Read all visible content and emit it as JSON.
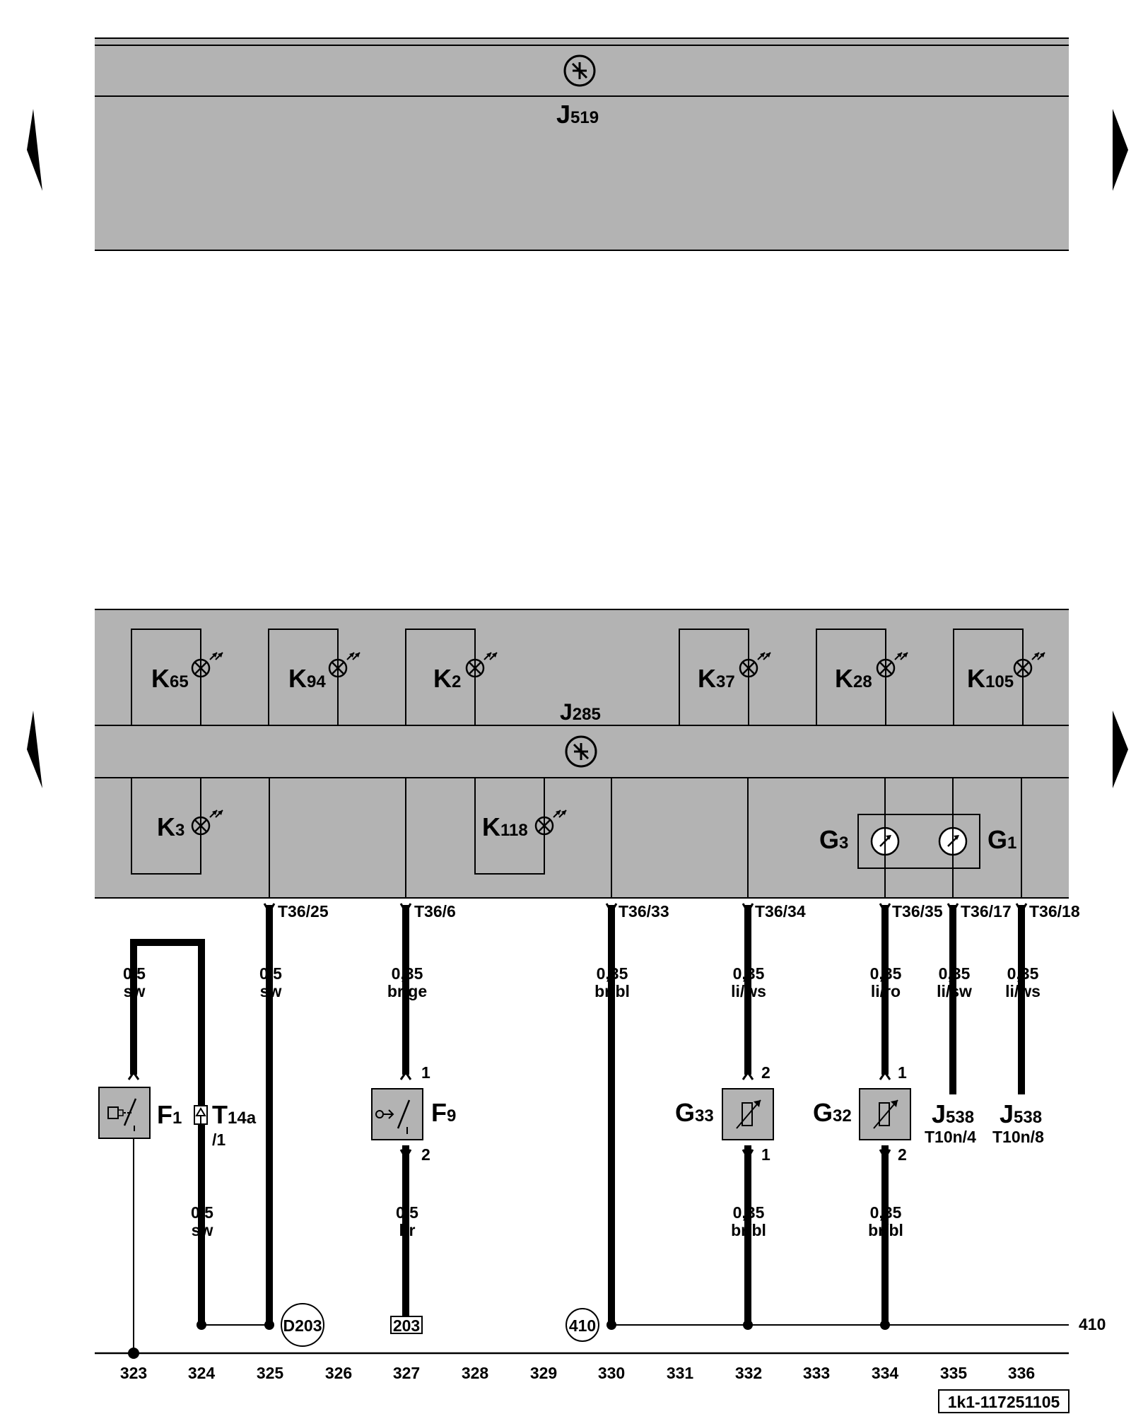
{
  "top_unit": {
    "label": "J",
    "sub": "519"
  },
  "bottom_unit": {
    "label": "J",
    "sub": "285"
  },
  "colors": {
    "panel": "#b3b3b3",
    "line": "#000000",
    "background": "#ffffff"
  },
  "icons": {
    "nav_left": "triangle-left-icon",
    "nav_right": "triangle-right-icon",
    "bus": "can-bus-icon",
    "lamp": "indicator-lamp-icon",
    "gauge": "gauge-icon"
  },
  "lamps_top": [
    {
      "label": "K",
      "sub": "65"
    },
    {
      "label": "K",
      "sub": "94"
    },
    {
      "label": "K",
      "sub": "2"
    },
    {
      "label": "K",
      "sub": "37"
    },
    {
      "label": "K",
      "sub": "28"
    },
    {
      "label": "K",
      "sub": "105"
    }
  ],
  "lamps_bottom": [
    {
      "label": "K",
      "sub": "3"
    },
    {
      "label": "K",
      "sub": "118"
    }
  ],
  "gauges": [
    {
      "label": "G",
      "sub": "3"
    },
    {
      "label": "G",
      "sub": "1"
    }
  ],
  "connectors": [
    "T36/25",
    "T36/6",
    "T36/33",
    "T36/34",
    "T36/35",
    "T36/17",
    "T36/18"
  ],
  "wires_upper": [
    {
      "size": "0,5",
      "color": "sw"
    },
    {
      "size": "0,5",
      "color": "sw"
    },
    {
      "size": "0,35",
      "color": "br/ge"
    },
    {
      "size": "0,35",
      "color": "br/bl"
    },
    {
      "size": "0,35",
      "color": "li/ws"
    },
    {
      "size": "0,35",
      "color": "li/ro"
    },
    {
      "size": "0,35",
      "color": "li/sw"
    },
    {
      "size": "0,35",
      "color": "li/ws"
    }
  ],
  "wires_lower": [
    {
      "size": "0,5",
      "color": "sw"
    },
    {
      "size": "0,5",
      "color": "br"
    },
    {
      "size": "0,35",
      "color": "br/bl"
    },
    {
      "size": "0,35",
      "color": "br/bl"
    }
  ],
  "components": {
    "f1": {
      "label": "F",
      "sub": "1"
    },
    "t14a": {
      "label": "T",
      "sub": "14a",
      "pin": "/1"
    },
    "f9": {
      "label": "F",
      "sub": "9",
      "pin_top": "1",
      "pin_bottom": "2"
    },
    "g33": {
      "label": "G",
      "sub": "33",
      "pin_top": "2",
      "pin_bottom": "1"
    },
    "g32": {
      "label": "G",
      "sub": "32",
      "pin_top": "1",
      "pin_bottom": "2"
    },
    "j538a": {
      "label": "J",
      "sub": "538",
      "pin": "T10n/4"
    },
    "j538b": {
      "label": "J",
      "sub": "538",
      "pin": "T10n/8"
    }
  },
  "grounds": {
    "d203": "D203",
    "g203": "203",
    "g410": "410",
    "right_410": "410"
  },
  "columns": [
    "323",
    "324",
    "325",
    "326",
    "327",
    "328",
    "329",
    "330",
    "331",
    "332",
    "333",
    "334",
    "335",
    "336"
  ],
  "doc_id": "1k1-117251105"
}
